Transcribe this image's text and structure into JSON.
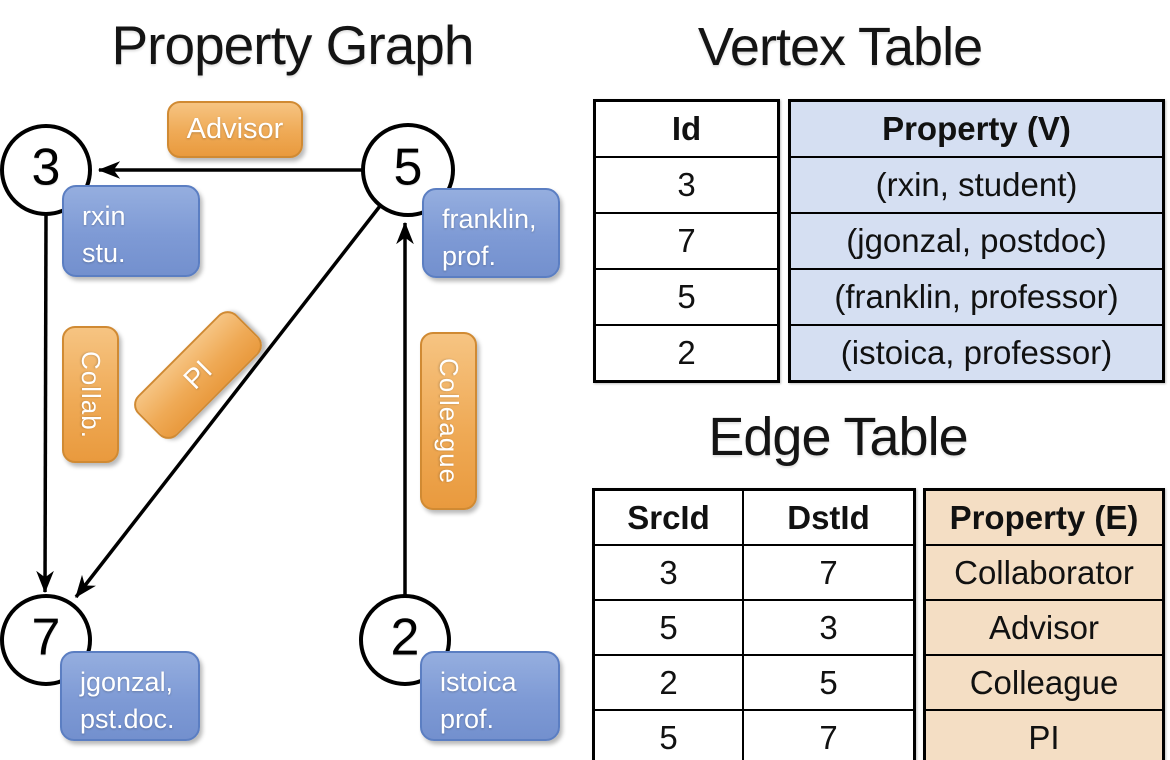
{
  "graph": {
    "title": "Property Graph",
    "nodes": [
      {
        "id": "3"
      },
      {
        "id": "5"
      },
      {
        "id": "7"
      },
      {
        "id": "2"
      }
    ],
    "edge_labels": [
      {
        "label": "Advisor"
      },
      {
        "label": "Collab."
      },
      {
        "label": "PI"
      },
      {
        "label": "Colleague"
      }
    ],
    "property_boxes": [
      {
        "line1": "rxin",
        "line2": "stu."
      },
      {
        "line1": "franklin,",
        "line2": "prof."
      },
      {
        "line1": "jgonzal,",
        "line2": "pst.doc."
      },
      {
        "line1": "istoica",
        "line2": "prof."
      }
    ]
  },
  "vertex_table": {
    "title": "Vertex Table",
    "headers": {
      "id": "Id",
      "property": "Property (V)"
    },
    "rows": [
      {
        "id": "3",
        "property": "(rxin, student)"
      },
      {
        "id": "7",
        "property": "(jgonzal, postdoc)"
      },
      {
        "id": "5",
        "property": "(franklin, professor)"
      },
      {
        "id": "2",
        "property": "(istoica, professor)"
      }
    ]
  },
  "edge_table": {
    "title": "Edge Table",
    "headers": {
      "src": "SrcId",
      "dst": "DstId",
      "property": "Property (E)"
    },
    "rows": [
      {
        "src": "3",
        "dst": "7",
        "property": "Collaborator"
      },
      {
        "src": "5",
        "dst": "3",
        "property": "Advisor"
      },
      {
        "src": "2",
        "dst": "5",
        "property": "Colleague"
      },
      {
        "src": "5",
        "dst": "7",
        "property": "PI"
      }
    ]
  },
  "colors": {
    "edge_label_orange": "#EFAA56",
    "vertex_box_blue": "#7E9AD5",
    "vertex_table_fill": "#D5DFF2",
    "edge_table_fill": "#F4DEC4",
    "line_black": "#000000"
  }
}
